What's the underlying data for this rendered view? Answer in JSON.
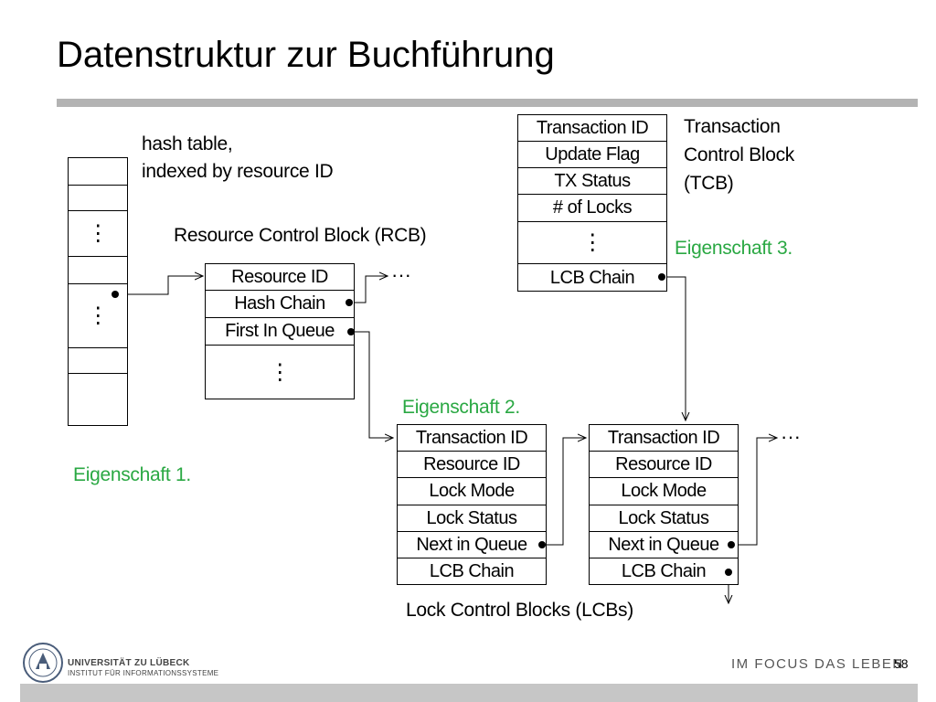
{
  "title": "Datenstruktur zur Buchführung",
  "hash_table": {
    "label_line1": "hash table,",
    "label_line2": "indexed by resource ID",
    "ellipsis": "⋮"
  },
  "rcb": {
    "caption": "Resource Control Block (RCB)",
    "rows": [
      "Resource ID",
      "Hash Chain",
      "First In Queue",
      "⋮"
    ],
    "next_ellipsis": "···"
  },
  "tcb": {
    "caption_line1": "Transaction",
    "caption_line2": "Control Block",
    "caption_line3": "(TCB)",
    "rows": [
      "Transaction ID",
      "Update Flag",
      "TX Status",
      "# of Locks",
      "⋮",
      "LCB Chain"
    ]
  },
  "lcb1": {
    "rows": [
      "Transaction ID",
      "Resource ID",
      "Lock Mode",
      "Lock Status",
      "Next in Queue",
      "LCB Chain"
    ]
  },
  "lcb2": {
    "rows": [
      "Transaction ID",
      "Resource ID",
      "Lock Mode",
      "Lock Status",
      "Next in Queue",
      "LCB Chain"
    ],
    "next_ellipsis": "···"
  },
  "lcbs_caption": "Lock Control Blocks (LCBs)",
  "properties": {
    "p1": "Eigenschaft 1.",
    "p2": "Eigenschaft 2.",
    "p3": "Eigenschaft 3."
  },
  "footer": {
    "university": "UNIVERSITÄT ZU LÜBECK",
    "institute": "INSTITUT FÜR INFORMATIONSSYSTEME",
    "slogan": "IM FOCUS DAS LEBEN",
    "page_number": "58"
  },
  "colors": {
    "property_green": "#2aa843",
    "rule_gray": "#b3b3b3"
  }
}
